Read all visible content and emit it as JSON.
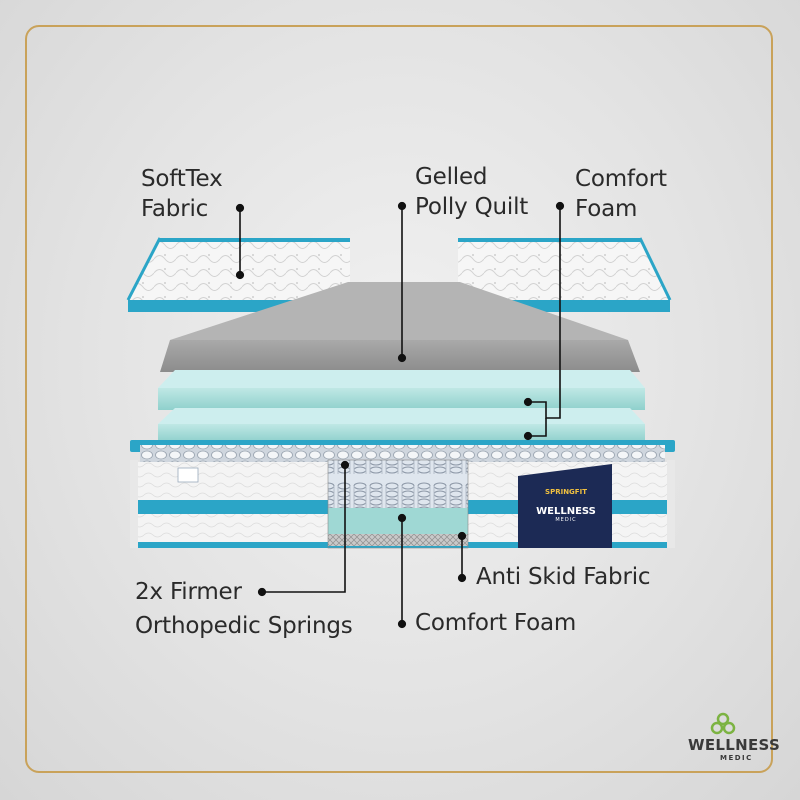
{
  "labels": {
    "softtex": [
      "SoftTex",
      "Fabric"
    ],
    "gelled_quilt": [
      "Gelled",
      "Polly Quilt"
    ],
    "comfort_foam_top": [
      "Comfort",
      "Foam"
    ],
    "firmer_springs": [
      "2x Firmer",
      "Orthopedic Springs"
    ],
    "comfort_foam_bottom": "Comfort Foam",
    "anti_skid": "Anti Skid Fabric"
  },
  "panel": {
    "brand_top": "SPRINGFIT",
    "brand_main": "WELLNESS",
    "brand_sub": "MEDIC"
  },
  "logo": {
    "name": "WELLNESS",
    "sub": "MEDIC"
  },
  "colors": {
    "frame": "#c9a25a",
    "teal": "#2ba5c7",
    "foam": "#a8dcd9",
    "navy": "#1c2a55",
    "logo_green": "#7cb342"
  }
}
